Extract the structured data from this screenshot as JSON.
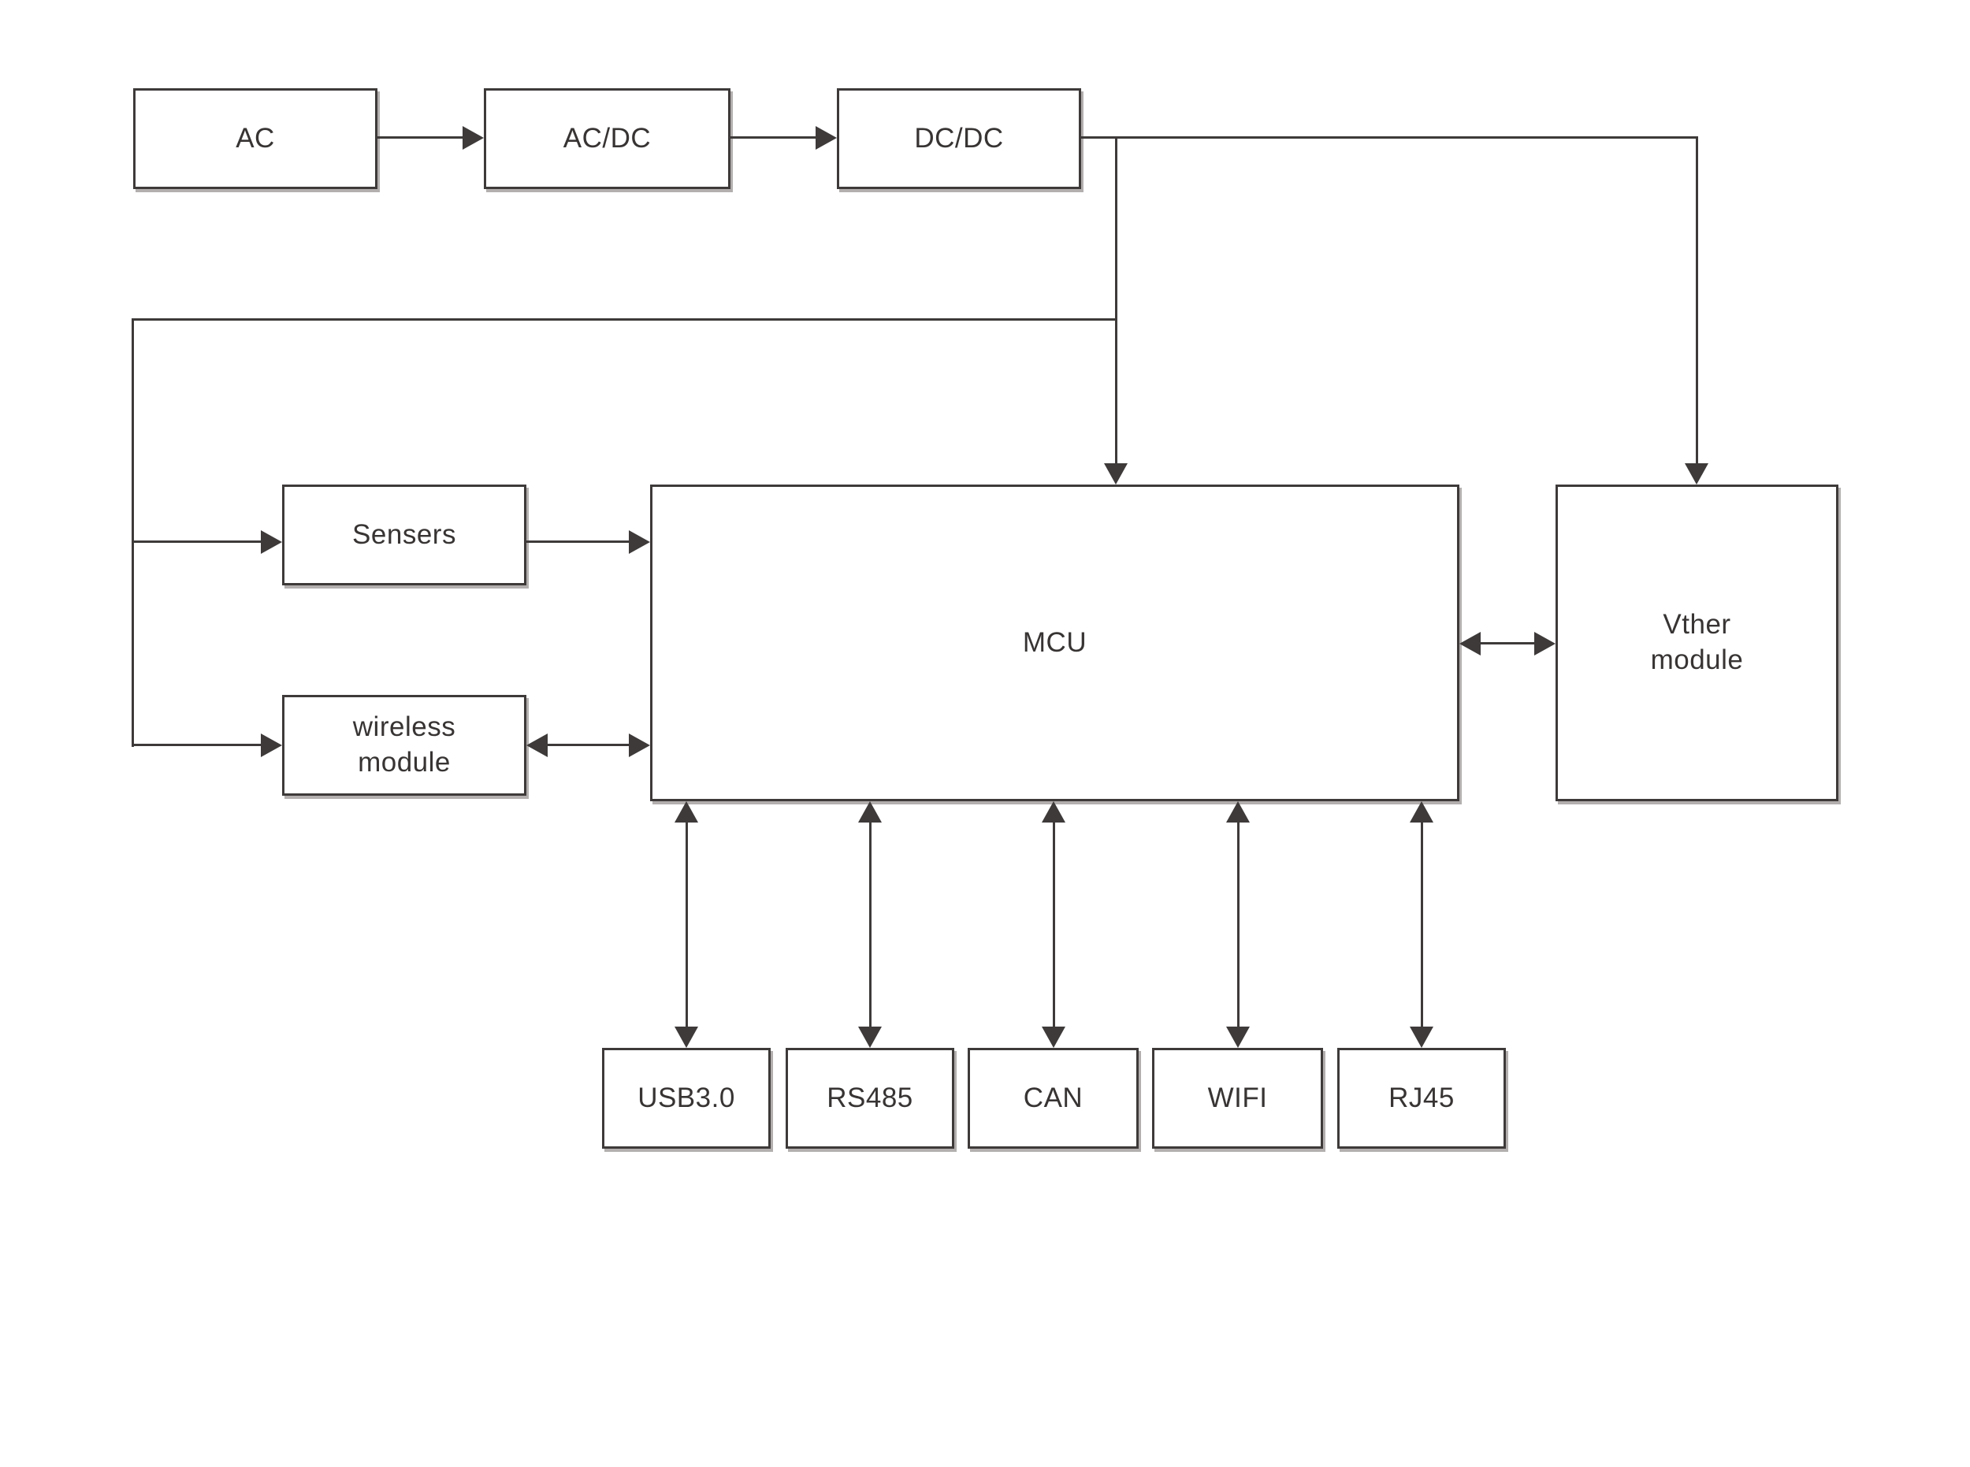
{
  "diagram": {
    "type": "block-diagram",
    "background_color": "#ffffff",
    "line_color": "#3e3a3a",
    "text_color": "#383434",
    "nodes": {
      "ac": {
        "label": "AC"
      },
      "ac_dc": {
        "label": "AC/DC"
      },
      "dc_dc": {
        "label": "DC/DC"
      },
      "sensers": {
        "label": "Sensers"
      },
      "wireless": {
        "label": "wireless\nmodule"
      },
      "mcu": {
        "label": "MCU"
      },
      "vther": {
        "label": "Vther\nmodule"
      },
      "usb30": {
        "label": "USB3.0"
      },
      "rs485": {
        "label": "RS485"
      },
      "can": {
        "label": "CAN"
      },
      "wifi": {
        "label": "WIFI"
      },
      "rj45": {
        "label": "RJ45"
      }
    },
    "connections": [
      {
        "from": "AC",
        "to": "AC/DC",
        "style": "arrow"
      },
      {
        "from": "AC/DC",
        "to": "DC/DC",
        "style": "arrow"
      },
      {
        "from": "DC/DC",
        "to": "MCU",
        "style": "arrow"
      },
      {
        "from": "DC/DC",
        "to": "Vther module",
        "style": "arrow"
      },
      {
        "from": "DC/DC",
        "to": "Sensers",
        "style": "arrow"
      },
      {
        "from": "DC/DC",
        "to": "wireless module",
        "style": "arrow"
      },
      {
        "from": "Sensers",
        "to": "MCU",
        "style": "arrow"
      },
      {
        "from": "wireless module",
        "to": "MCU",
        "style": "bidirectional"
      },
      {
        "from": "MCU",
        "to": "Vther module",
        "style": "bidirectional"
      },
      {
        "from": "MCU",
        "to": "USB3.0",
        "style": "bidirectional"
      },
      {
        "from": "MCU",
        "to": "RS485",
        "style": "bidirectional"
      },
      {
        "from": "MCU",
        "to": "CAN",
        "style": "bidirectional"
      },
      {
        "from": "MCU",
        "to": "WIFI",
        "style": "bidirectional"
      },
      {
        "from": "MCU",
        "to": "RJ45",
        "style": "bidirectional"
      }
    ]
  }
}
